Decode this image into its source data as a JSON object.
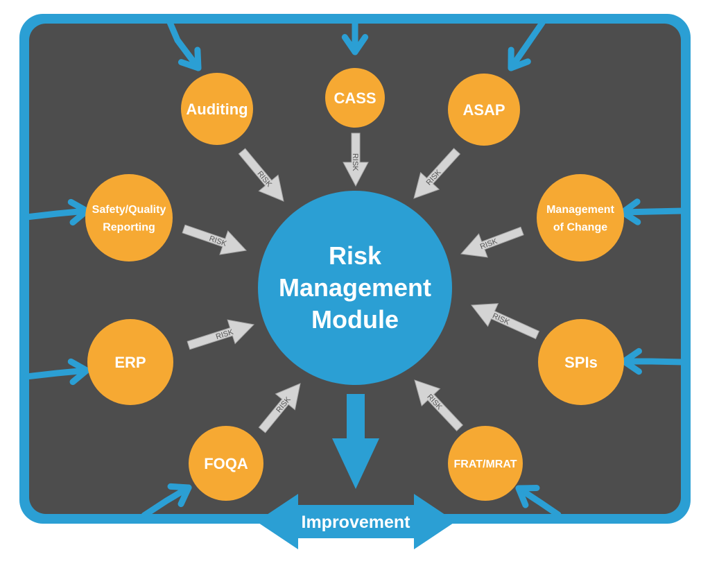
{
  "colors": {
    "frame": "#2b9fd4",
    "background": "#4d4d4d",
    "node": "#f6a933",
    "center": "#2b9fd4",
    "arrow": "#d4d4d4",
    "text": "#ffffff",
    "arrow_text": "#555555"
  },
  "center": {
    "lines": [
      "Risk",
      "Management",
      "Module"
    ]
  },
  "output": {
    "label": "Improvement"
  },
  "arrow_label": "RISK",
  "nodes": [
    {
      "id": "auditing",
      "lines": [
        "Auditing"
      ]
    },
    {
      "id": "cass",
      "lines": [
        "CASS"
      ]
    },
    {
      "id": "asap",
      "lines": [
        "ASAP"
      ]
    },
    {
      "id": "safety-quality-reporting",
      "lines": [
        "Safety/Quality",
        "Reporting"
      ]
    },
    {
      "id": "management-of-change",
      "lines": [
        "Management",
        "of Change"
      ]
    },
    {
      "id": "erp",
      "lines": [
        "ERP"
      ]
    },
    {
      "id": "spis",
      "lines": [
        "SPIs"
      ]
    },
    {
      "id": "foqa",
      "lines": [
        "FOQA"
      ]
    },
    {
      "id": "frat-mrat",
      "lines": [
        "FRAT/MRAT"
      ]
    }
  ]
}
